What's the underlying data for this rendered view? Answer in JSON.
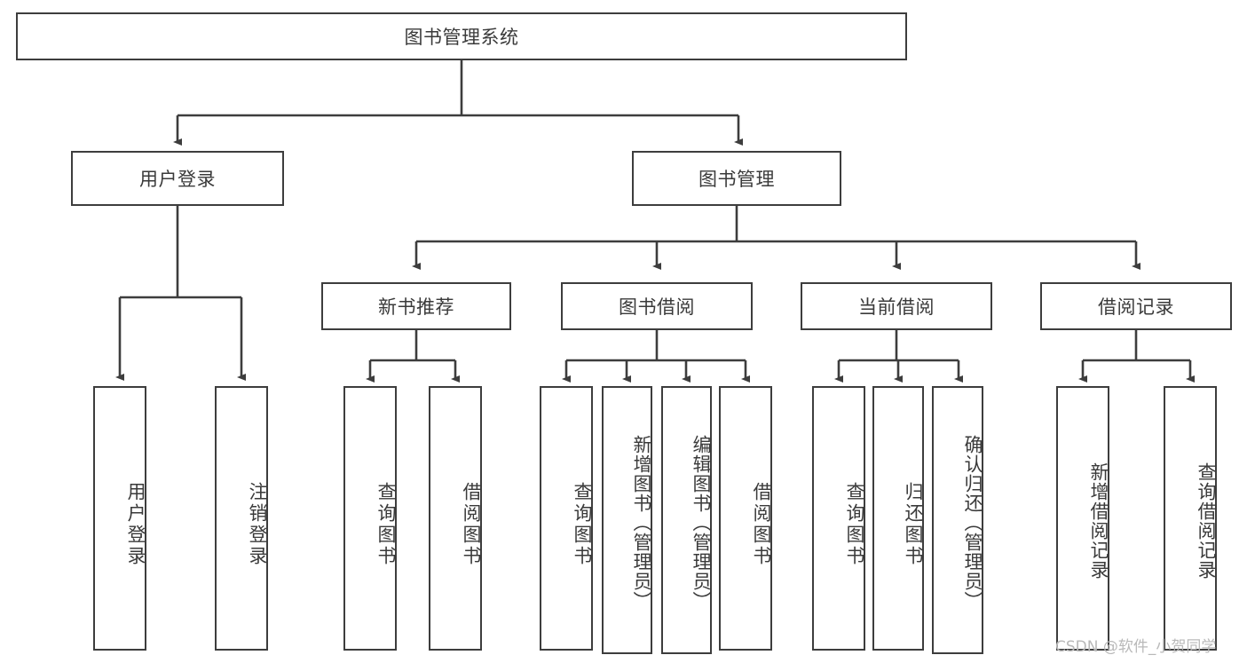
{
  "diagram": {
    "title": "图书管理系统",
    "type": "hierarchy-tree",
    "root": {
      "id": "root",
      "label": "图书管理系统"
    },
    "level2": [
      {
        "id": "user-login",
        "label": "用户登录"
      },
      {
        "id": "book-manage",
        "label": "图书管理"
      }
    ],
    "level3": [
      {
        "id": "new-book-rec",
        "label": "新书推荐",
        "parent": "book-manage"
      },
      {
        "id": "book-borrow",
        "label": "图书借阅",
        "parent": "book-manage"
      },
      {
        "id": "current-borrow",
        "label": "当前借阅",
        "parent": "book-manage"
      },
      {
        "id": "borrow-record",
        "label": "借阅记录",
        "parent": "book-manage"
      }
    ],
    "leaves": {
      "user_login": [
        {
          "id": "leaf-user-login",
          "label": "用户登录"
        },
        {
          "id": "leaf-logout",
          "label": "注销登录"
        }
      ],
      "new_book_rec": [
        {
          "id": "leaf-query-book-1",
          "label": "查询图书"
        },
        {
          "id": "leaf-borrow-book-1",
          "label": "借阅图书"
        }
      ],
      "book_borrow": [
        {
          "id": "leaf-query-book-2",
          "label": "查询图书"
        },
        {
          "id": "leaf-add-book",
          "label": "新增图书（管理员）"
        },
        {
          "id": "leaf-edit-book",
          "label": "编辑图书（管理员）"
        },
        {
          "id": "leaf-borrow-book-2",
          "label": "借阅图书"
        }
      ],
      "current_borrow": [
        {
          "id": "leaf-query-book-3",
          "label": "查询图书"
        },
        {
          "id": "leaf-return-book",
          "label": "归还图书"
        },
        {
          "id": "leaf-confirm-return",
          "label": "确认归还（管理员）"
        }
      ],
      "borrow_record": [
        {
          "id": "leaf-add-record",
          "label": "新增借阅记录"
        },
        {
          "id": "leaf-query-record",
          "label": "查询借阅记录"
        }
      ]
    },
    "watermark": "CSDN @软件_小贺同学",
    "colors": {
      "stroke": "#3d3d3d",
      "text": "#3a3a3a",
      "fill": "#ffffff",
      "watermark": "#b9b9b9"
    }
  }
}
